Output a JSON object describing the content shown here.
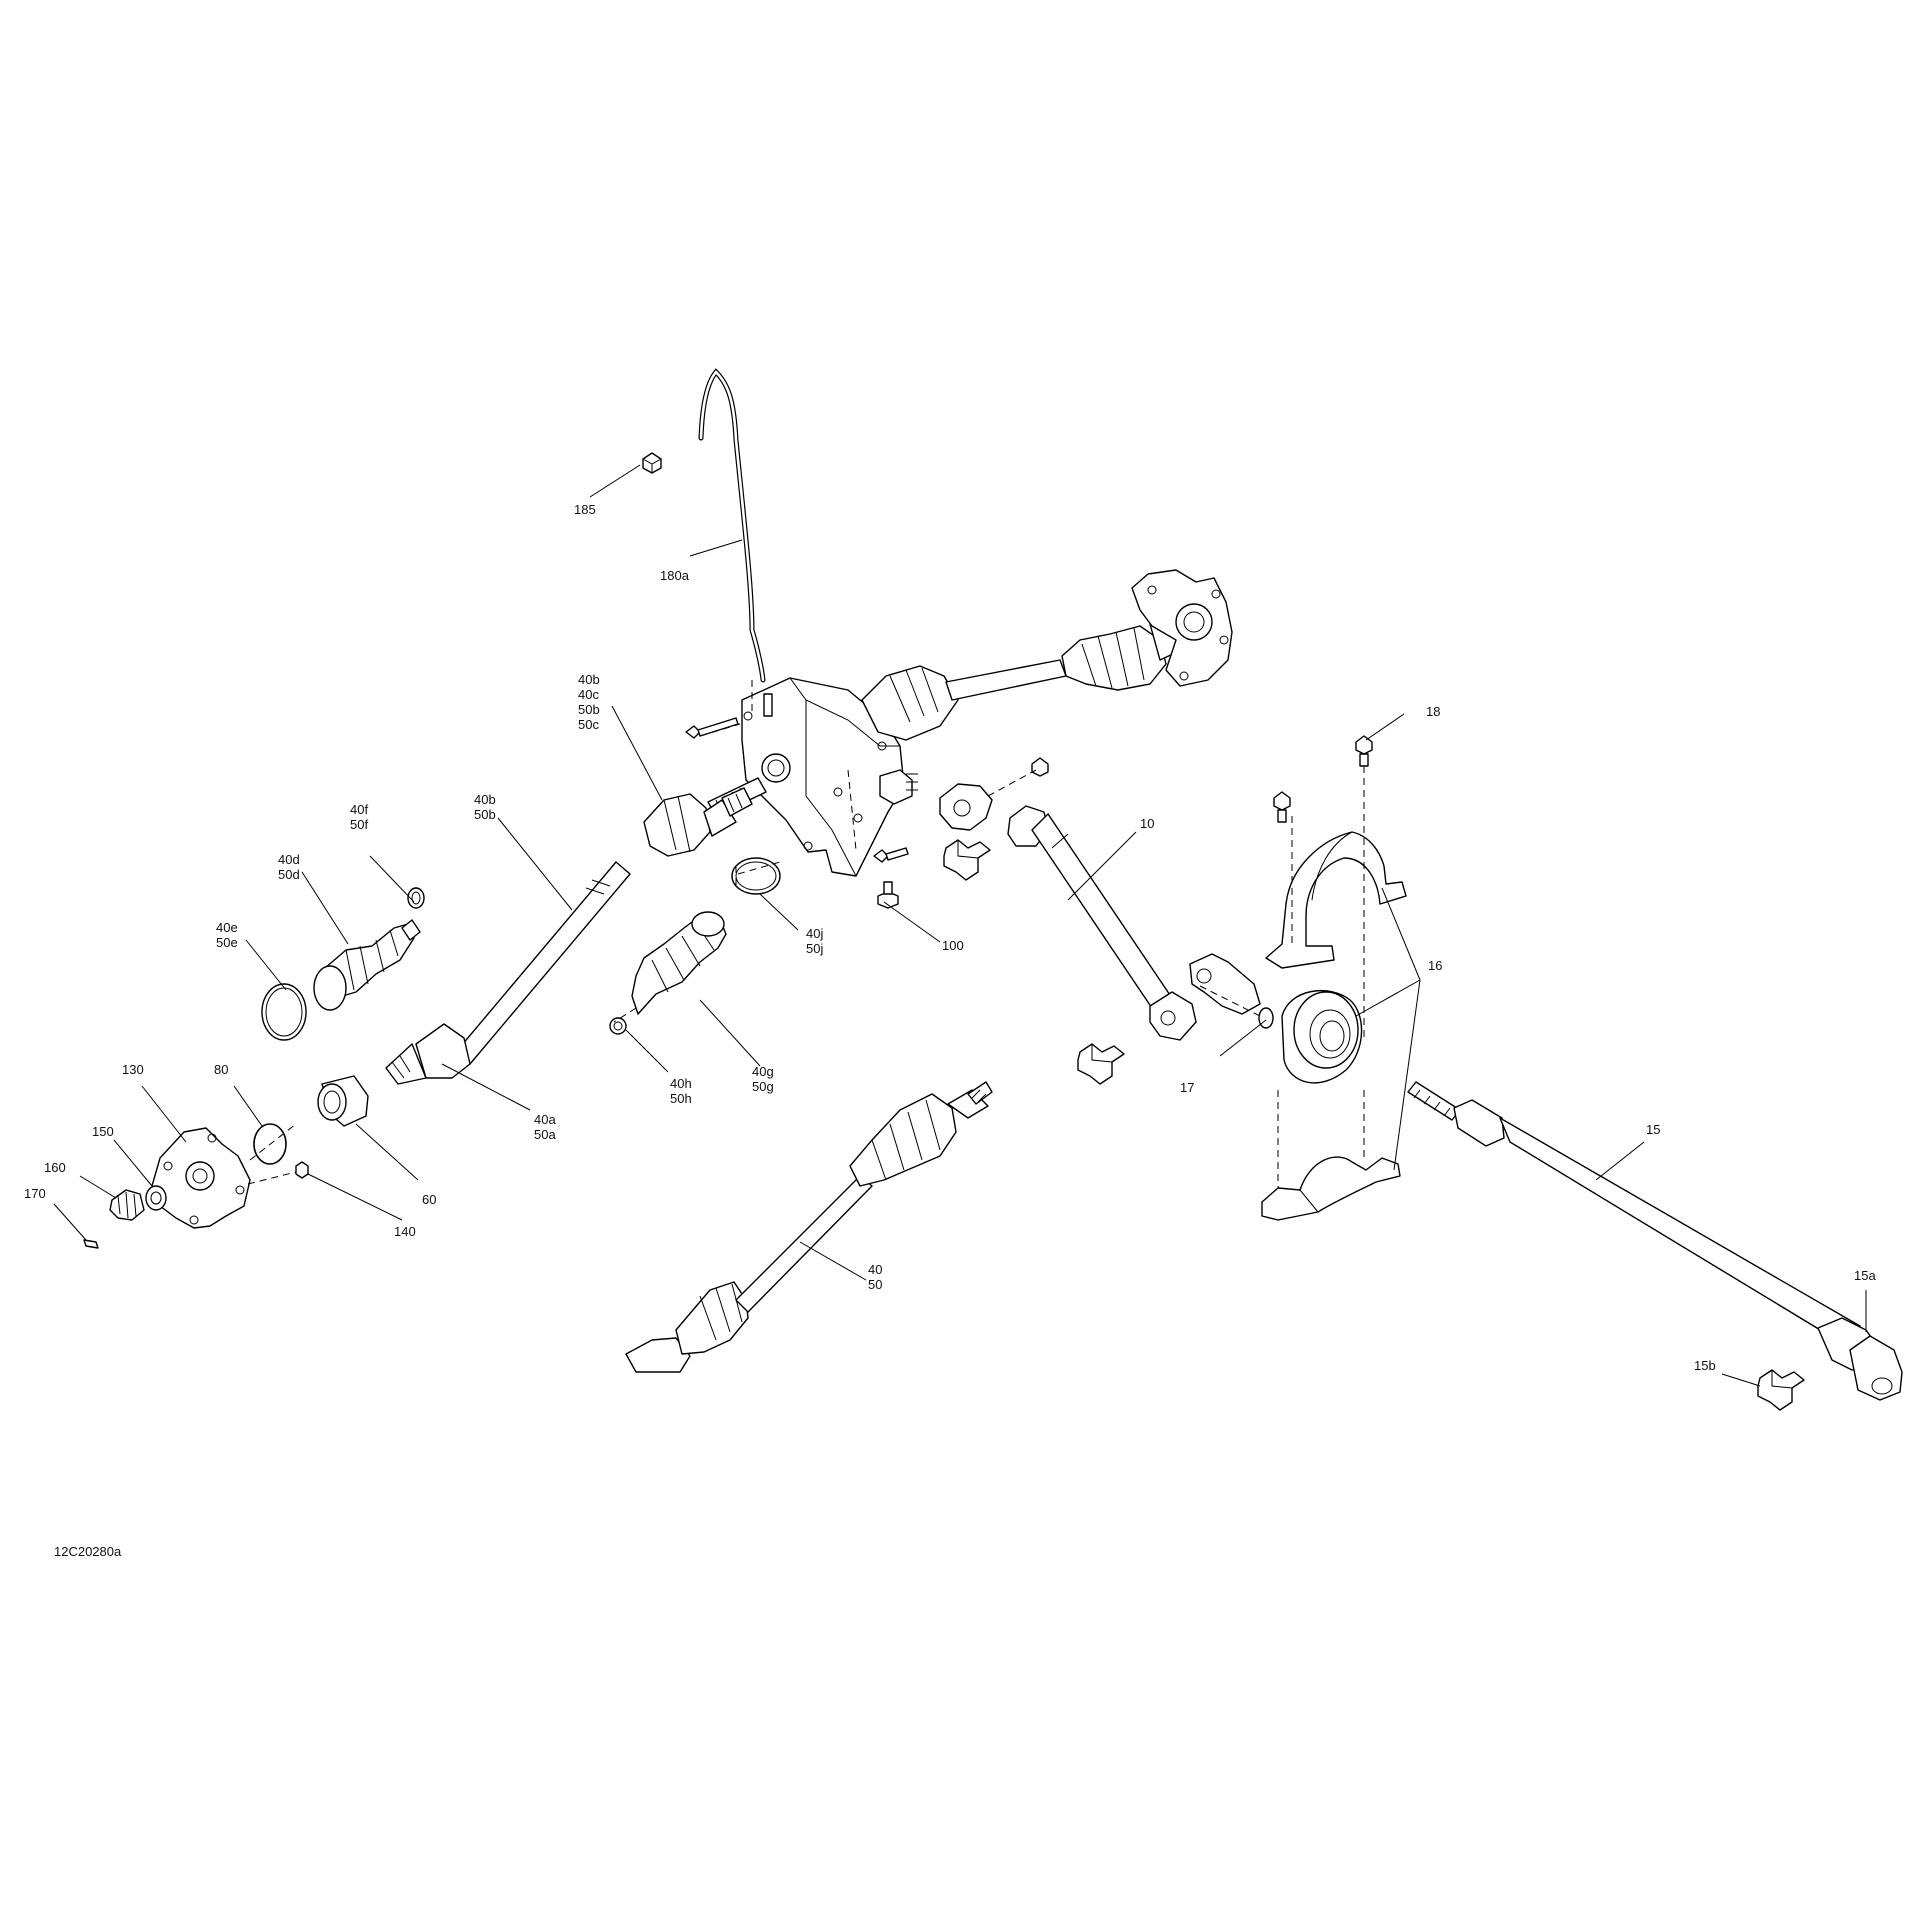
{
  "drawing_code": "12C20280a",
  "callouts": [
    {
      "id": "185",
      "lines": [
        "185"
      ]
    },
    {
      "id": "180a",
      "lines": [
        "180a"
      ]
    },
    {
      "id": "40b-group",
      "lines": [
        "40b",
        "40c",
        "50b",
        "50c"
      ]
    },
    {
      "id": "40b-50b",
      "lines": [
        "40b",
        "50b"
      ]
    },
    {
      "id": "40f",
      "lines": [
        "40f",
        "50f"
      ]
    },
    {
      "id": "40d",
      "lines": [
        "40d",
        "50d"
      ]
    },
    {
      "id": "40e",
      "lines": [
        "40e",
        "50e"
      ]
    },
    {
      "id": "40j",
      "lines": [
        "40j",
        "50j"
      ]
    },
    {
      "id": "40g",
      "lines": [
        "40g",
        "50g"
      ]
    },
    {
      "id": "40h",
      "lines": [
        "40h",
        "50h"
      ]
    },
    {
      "id": "40a",
      "lines": [
        "40a",
        "50a"
      ]
    },
    {
      "id": "60",
      "lines": [
        "60"
      ]
    },
    {
      "id": "130",
      "lines": [
        "130"
      ]
    },
    {
      "id": "80",
      "lines": [
        "80"
      ]
    },
    {
      "id": "150",
      "lines": [
        "150"
      ]
    },
    {
      "id": "160",
      "lines": [
        "160"
      ]
    },
    {
      "id": "170",
      "lines": [
        "170"
      ]
    },
    {
      "id": "140",
      "lines": [
        "140"
      ]
    },
    {
      "id": "100",
      "lines": [
        "100"
      ]
    },
    {
      "id": "10",
      "lines": [
        "10"
      ]
    },
    {
      "id": "18",
      "lines": [
        "18"
      ]
    },
    {
      "id": "16",
      "lines": [
        "16"
      ]
    },
    {
      "id": "17",
      "lines": [
        "17"
      ]
    },
    {
      "id": "15",
      "lines": [
        "15"
      ]
    },
    {
      "id": "15a",
      "lines": [
        "15a"
      ]
    },
    {
      "id": "15b",
      "lines": [
        "15b"
      ]
    },
    {
      "id": "40-50",
      "lines": [
        "40",
        "50"
      ]
    }
  ]
}
